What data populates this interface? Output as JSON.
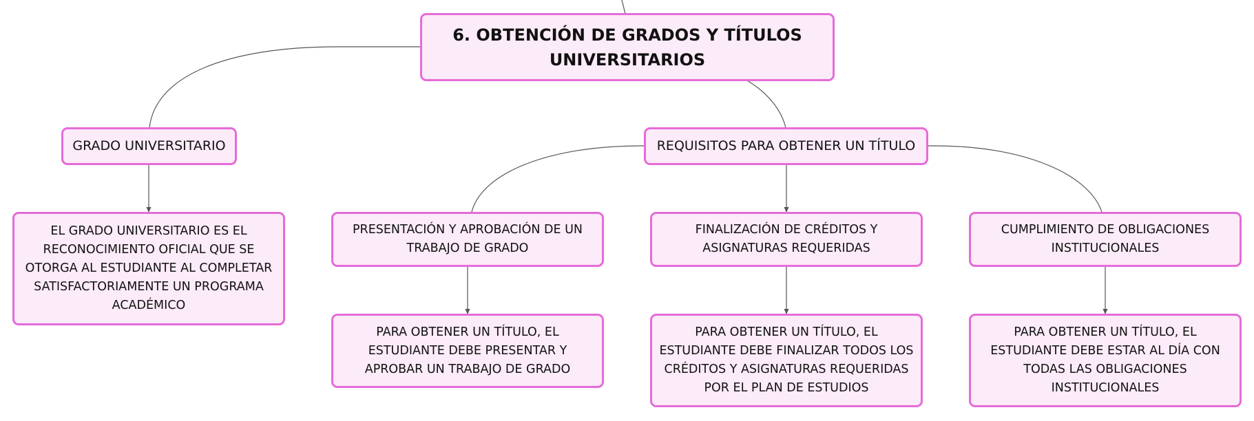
{
  "diagram": {
    "root": "6. OBTENCIÓN DE GRADOS Y TÍTULOS UNIVERSITARIOS",
    "grado": {
      "title": "GRADO UNIVERSITARIO",
      "description": "EL GRADO UNIVERSITARIO ES EL RECONOCIMIENTO OFICIAL QUE SE OTORGA AL ESTUDIANTE AL COMPLETAR SATISFACTORIAMENTE UN PROGRAMA ACADÉMICO"
    },
    "requisitos": {
      "title": "REQUISITOS PARA OBTENER UN TÍTULO",
      "items": [
        {
          "title": "PRESENTACIÓN Y APROBACIÓN DE UN TRABAJO DE GRADO",
          "description": "PARA OBTENER UN TÍTULO, EL ESTUDIANTE DEBE PRESENTAR Y APROBAR UN TRABAJO DE GRADO"
        },
        {
          "title": "FINALIZACIÓN DE CRÉDITOS Y ASIGNATURAS REQUERIDAS",
          "description": "PARA OBTENER UN TÍTULO, EL ESTUDIANTE DEBE FINALIZAR TODOS LOS CRÉDITOS Y ASIGNATURAS REQUERIDAS POR EL PLAN DE ESTUDIOS"
        },
        {
          "title": "CUMPLIMIENTO DE OBLIGACIONES INSTITUCIONALES",
          "description": "PARA OBTENER UN TÍTULO, EL ESTUDIANTE DEBE ESTAR AL DÍA CON TODAS LAS OBLIGACIONES INSTITUCIONALES"
        }
      ]
    },
    "colors": {
      "node_fill": "#fcebf8",
      "node_border": "#e56bd9",
      "connector": "#555555"
    }
  }
}
